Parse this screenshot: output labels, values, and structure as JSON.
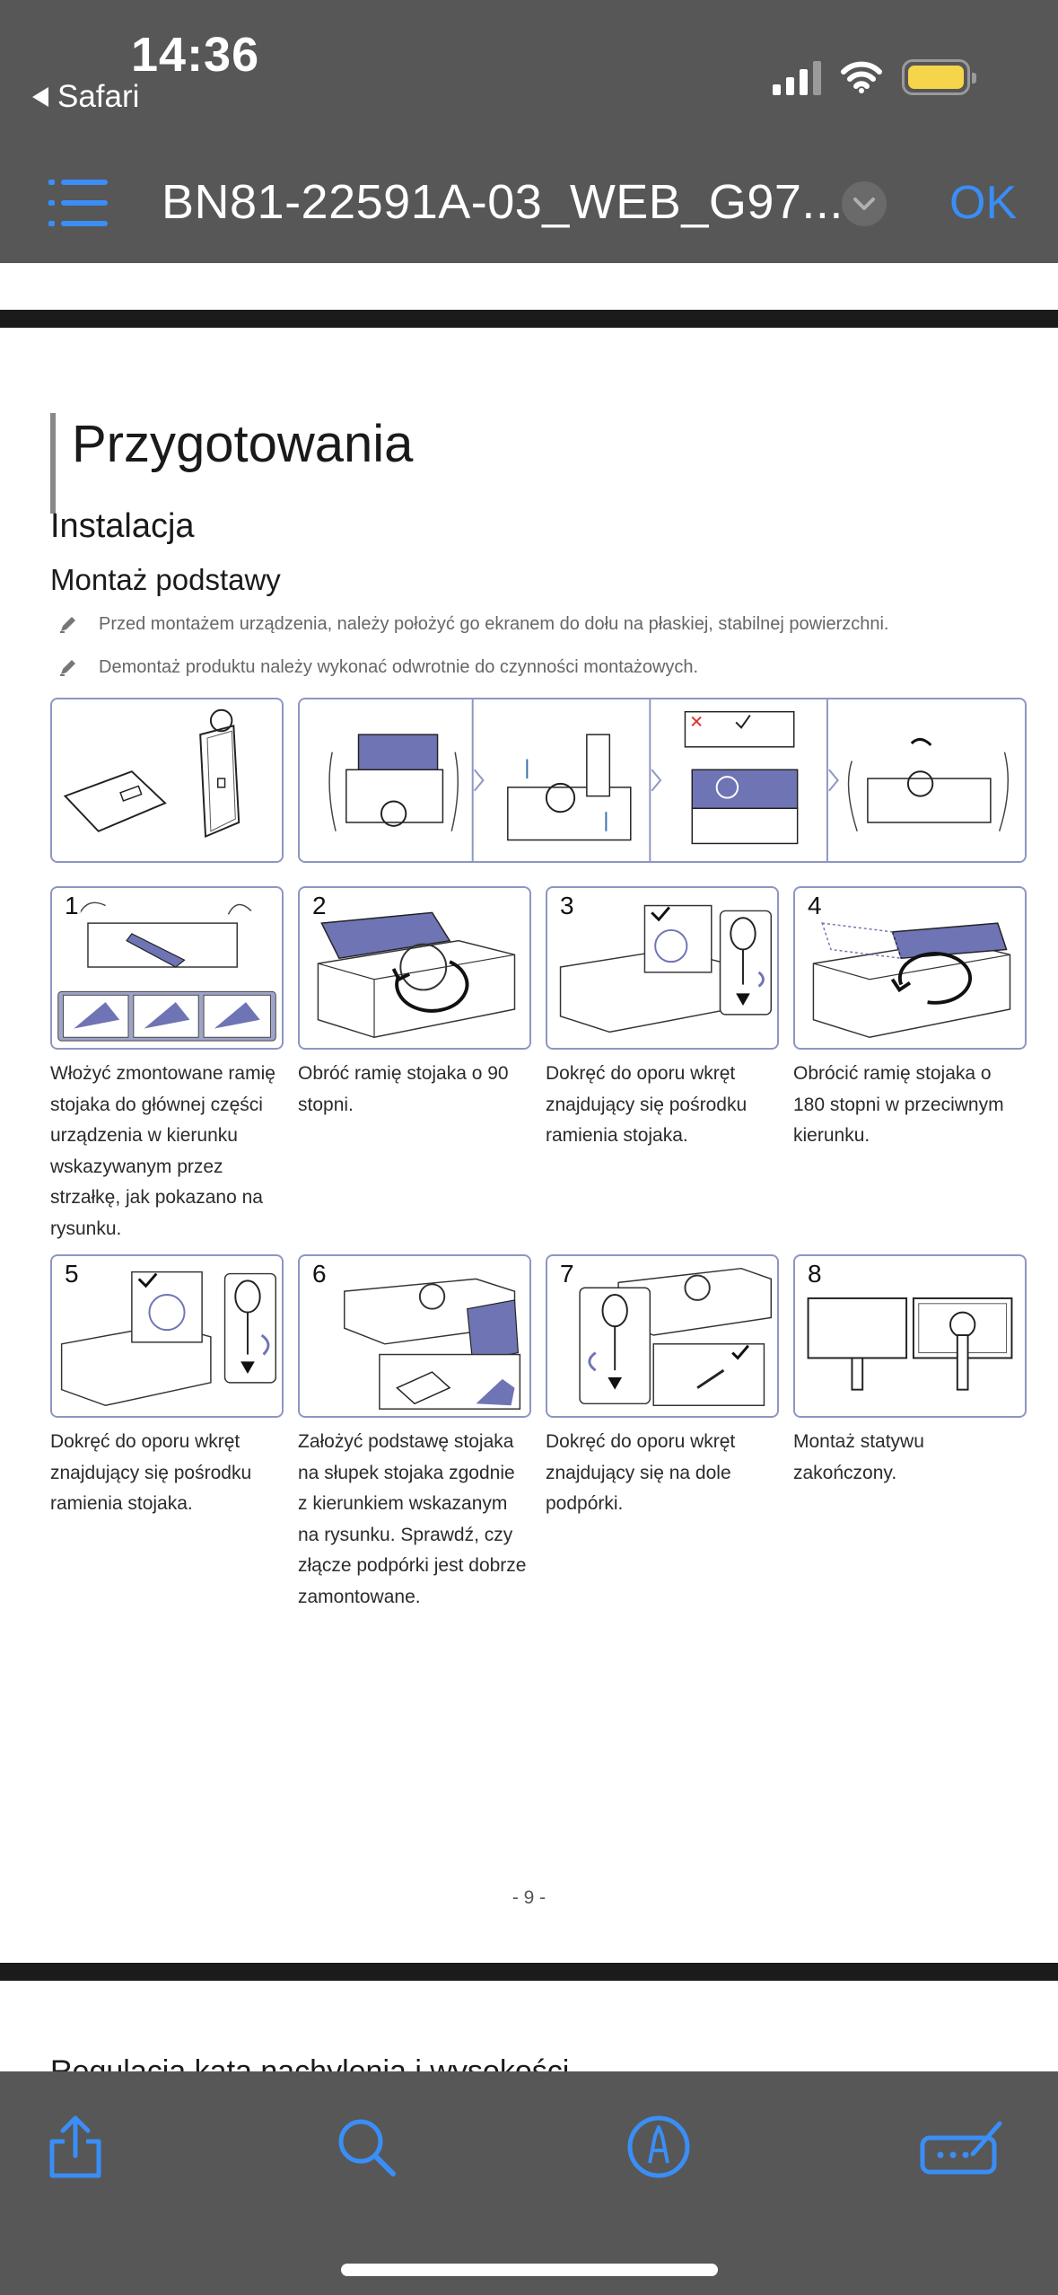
{
  "status_bar": {
    "time": "14:36",
    "back_app": "Safari",
    "colors": {
      "battery": "#f7d54a",
      "accent": "#3a8ef6"
    }
  },
  "nav_bar": {
    "title": "BN81-22591A-03_WEB_G97...",
    "done_label": "OK",
    "icons": [
      "list-icon",
      "chevron-down-icon"
    ]
  },
  "document": {
    "heading": "Przygotowania",
    "section": "Instalacja",
    "subsection": "Montaż podstawy",
    "notes": [
      "Przed montażem urządzenia, należy położyć go ekranem do dołu na płaskiej, stabilnej powierzchni.",
      "Demontaż produktu należy wykonać odwrotnie do czynności montażowych."
    ],
    "steps": [
      {
        "number": "1",
        "text": "Włożyć zmontowane ramię stojaka do głównej części urządzenia w kierunku wskazywanym przez strzałkę, jak pokazano na rysunku."
      },
      {
        "number": "2",
        "text": "Obróć ramię stojaka o 90 stopni."
      },
      {
        "number": "3",
        "text": "Dokręć do oporu wkręt znajdujący się pośrodku ramienia stojaka."
      },
      {
        "number": "4",
        "text": "Obrócić ramię stojaka o 180 stopni w przeciwnym kierunku."
      },
      {
        "number": "5",
        "text": "Dokręć do oporu wkręt znajdujący się pośrodku ramienia stojaka."
      },
      {
        "number": "6",
        "text": "Założyć podstawę stojaka na słupek stojaka zgodnie z kierunkiem wskazanym na rysunku. Sprawdź, czy złącze podpórki jest dobrze zamontowane."
      },
      {
        "number": "7",
        "text": "Dokręć do oporu wkręt znajdujący się na dole podpórki."
      },
      {
        "number": "8",
        "text": "Montaż statywu zakończony."
      }
    ],
    "page_number": "- 9 -",
    "next_page_peek": "Regulacja kąta nachylenia i wysokości"
  },
  "toolbar": {
    "icons": [
      "share-icon",
      "search-icon",
      "markup-icon",
      "form-fill-icon"
    ]
  }
}
